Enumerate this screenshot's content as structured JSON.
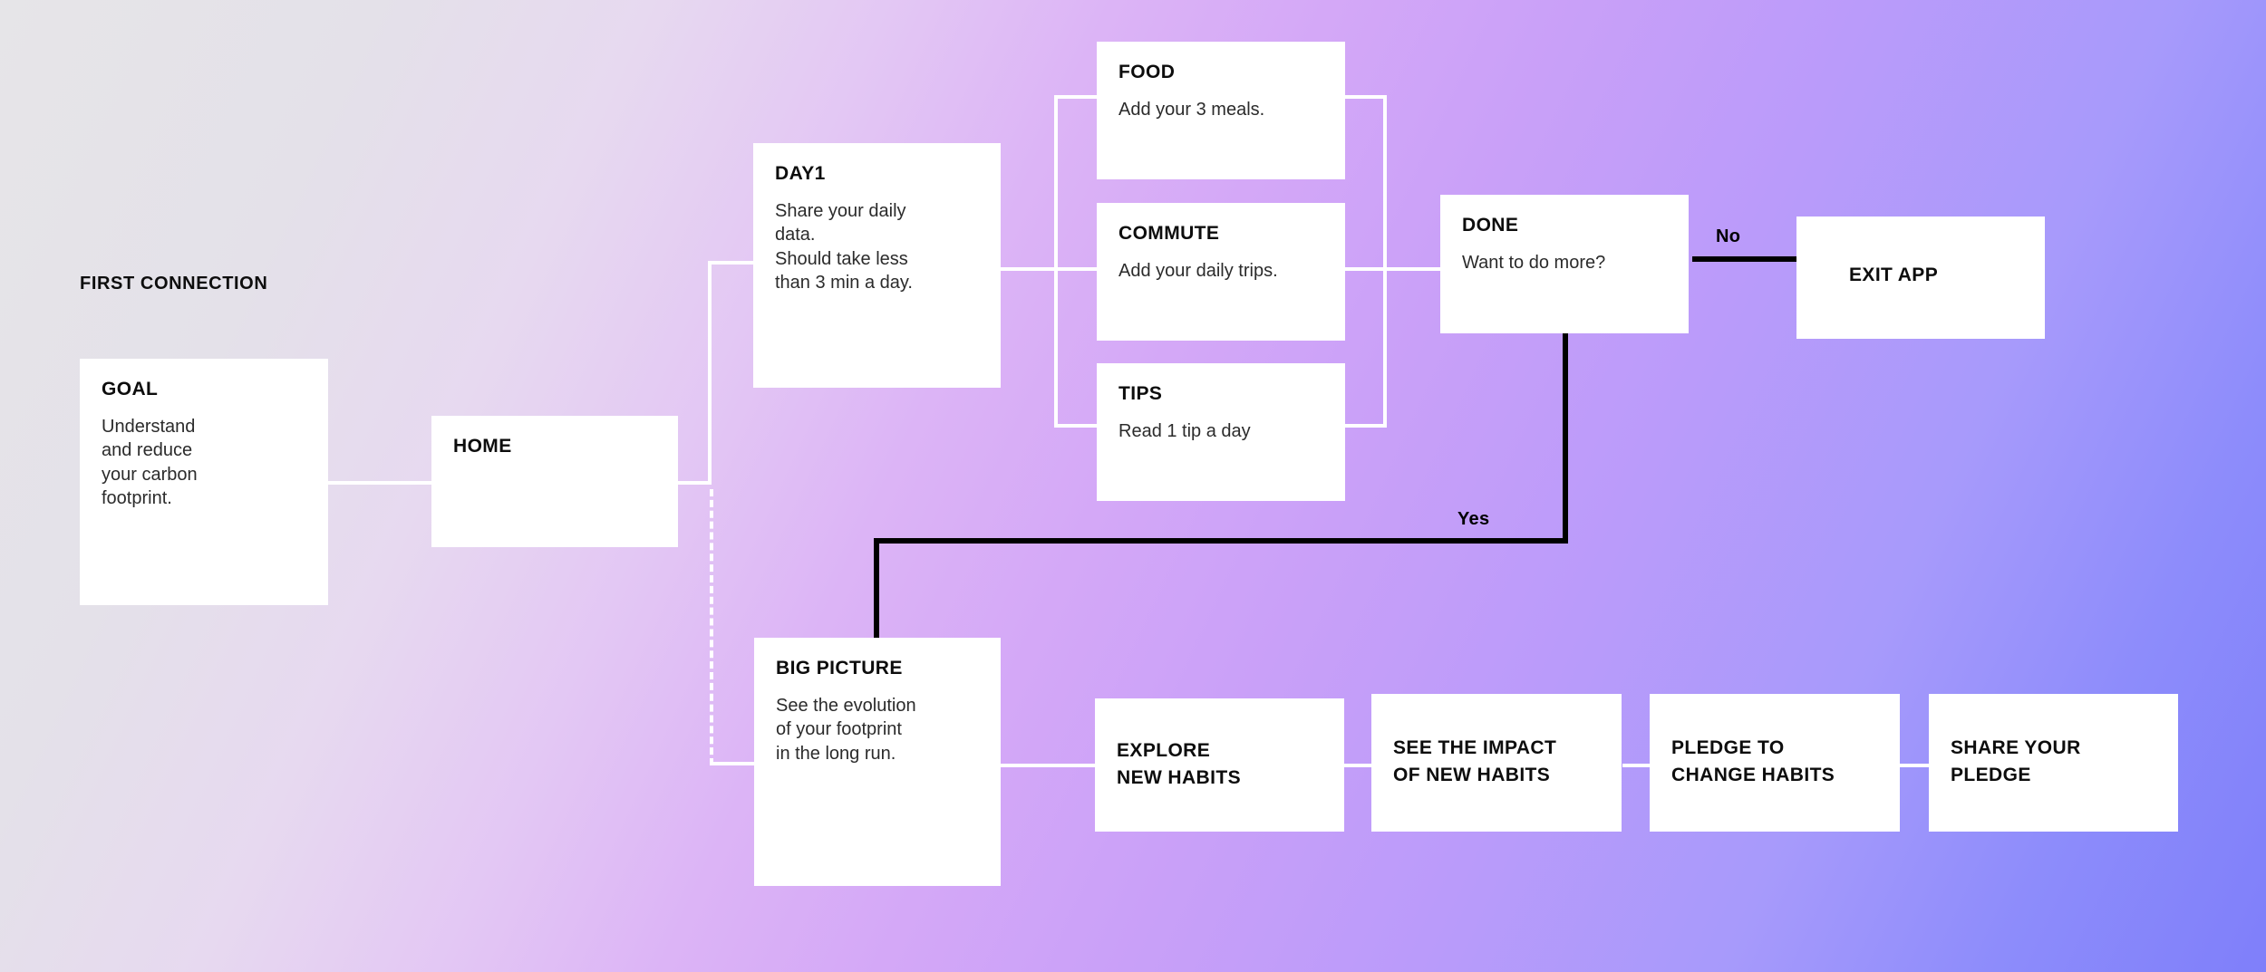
{
  "diagram": {
    "section_label": "FIRST CONNECTION",
    "background": {
      "gradient_from": "#e6e5e8",
      "gradient_mid": "#d4a8f7",
      "gradient_to": "#7f7ffa"
    },
    "connector_color": "#ffffff",
    "decision_connector_color": "#000000"
  },
  "nodes": {
    "goal": {
      "title": "GOAL",
      "body": "Understand\nand reduce\nyour carbon\nfootprint."
    },
    "home": {
      "title": "HOME",
      "body": ""
    },
    "day1": {
      "title": "DAY1",
      "body": "Share your daily\ndata.\nShould take less\nthan 3 min a day."
    },
    "food": {
      "title": "FOOD",
      "body": "Add your 3 meals."
    },
    "commute": {
      "title": "COMMUTE",
      "body": "Add your daily trips."
    },
    "tips": {
      "title": "TIPS",
      "body": "Read 1 tip a day"
    },
    "done": {
      "title": "DONE",
      "body": "Want to do more?"
    },
    "exit_app": {
      "title": "EXIT APP",
      "body": ""
    },
    "big_picture": {
      "title": "BIG PICTURE",
      "body": "See the evolution\nof your footprint\nin the long run."
    },
    "explore_new_habits": {
      "title": "EXPLORE\nNEW HABITS",
      "body": ""
    },
    "see_impact": {
      "title": "SEE THE IMPACT\nOF NEW HABITS",
      "body": ""
    },
    "pledge_change": {
      "title": "PLEDGE TO\nCHANGE HABITS",
      "body": ""
    },
    "share_pledge": {
      "title": "SHARE YOUR\nPLEDGE",
      "body": ""
    }
  },
  "edges": {
    "no_label": "No",
    "yes_label": "Yes"
  }
}
